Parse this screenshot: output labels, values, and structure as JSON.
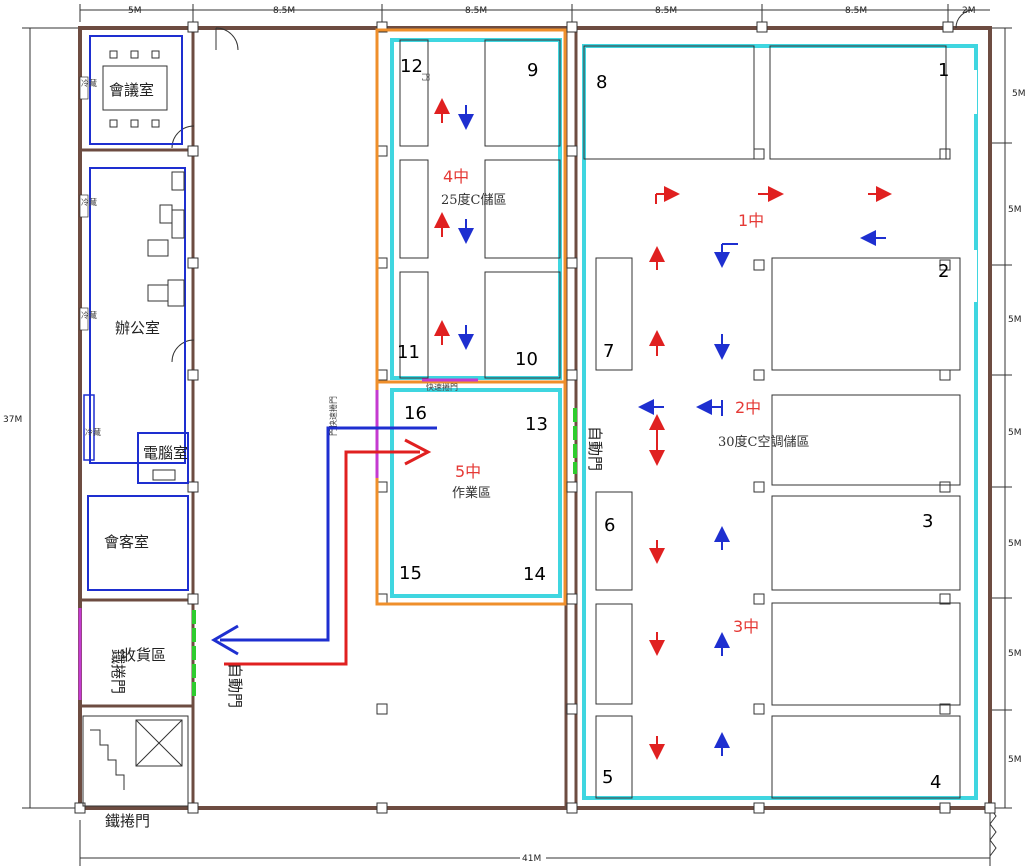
{
  "dimensions": {
    "top": [
      "5M",
      "8.5M",
      "8.5M",
      "8.5M",
      "8.5M",
      "2M"
    ],
    "right": [
      "5M",
      "5M",
      "5M",
      "5M",
      "5M",
      "5M",
      "5M"
    ],
    "left_total": "37M",
    "bottom_total": "41M"
  },
  "rooms": {
    "meeting_room": "會議室",
    "office": "辦公室",
    "computer_room": "電腦室",
    "reception_room": "會客室",
    "receiving_area": "收貨區",
    "iron_door_left": "鐵捲門",
    "iron_door_bottom": "鐵捲門",
    "storage_25": "25度C儲區",
    "work_area": "作業區",
    "storage_30": "30度C空調儲區",
    "fast_door": "快速捲門",
    "fast_door_side": "門快速捲門",
    "auto_door_right": "自動門",
    "auto_door_left": "自動門",
    "small_label_1": "門",
    "small_label_2": "冷藏",
    "small_label_3": "冷藏",
    "small_label_4": "冷藏",
    "small_label_5": "冷藏"
  },
  "zones": {
    "z1": "1中",
    "z2": "2中",
    "z3": "3中",
    "z4": "4中",
    "z5": "5中"
  },
  "positions": {
    "p1": "1",
    "p2": "2",
    "p3": "3",
    "p4": "4",
    "p5": "5",
    "p6": "6",
    "p7": "7",
    "p8": "8",
    "p9": "9",
    "p10": "10",
    "p11": "11",
    "p12": "12",
    "p13": "13",
    "p14": "14",
    "p15": "15",
    "p16": "16"
  },
  "colors": {
    "wall": "#6d4c41",
    "cyan": "#3fd6e0",
    "orange": "#ef8f2b",
    "blue": "#1e2fd0",
    "red": "#e02020",
    "green": "#2ecc2e",
    "magenta": "#c43ad0"
  }
}
